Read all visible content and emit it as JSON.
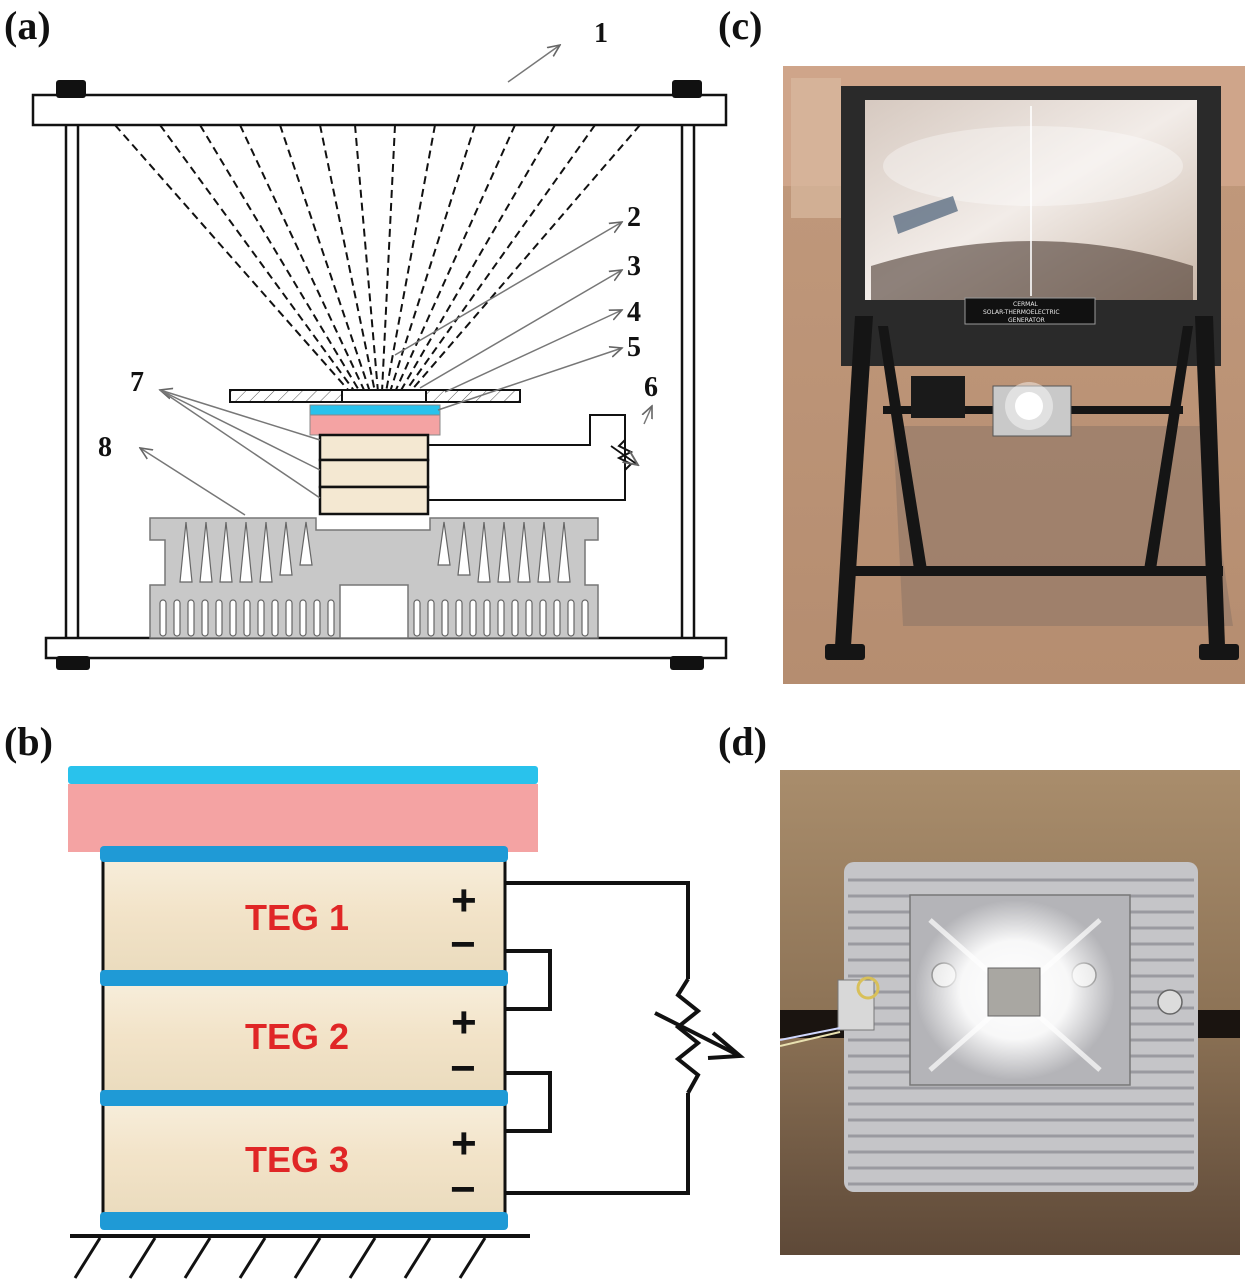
{
  "panels": {
    "a": "(a)",
    "b": "(b)",
    "c": "(c)",
    "d": "(d)"
  },
  "callouts": [
    "1",
    "2",
    "3",
    "4",
    "5",
    "6",
    "7",
    "8"
  ],
  "teg_modules": [
    {
      "label": "TEG 1",
      "plus": "+",
      "minus": "−"
    },
    {
      "label": "TEG 2",
      "plus": "+",
      "minus": "−"
    },
    {
      "label": "TEG 3",
      "plus": "+",
      "minus": "−"
    }
  ],
  "nameplate": {
    "line1": "CERMAL",
    "line2": "SOLAR-THERMOELECTRIC",
    "line3": "GENERATOR"
  },
  "colors": {
    "cold_plate_blue": "#29c2ec",
    "absorber_pink": "#f4a3a3",
    "teg_body": "#f4e8d2",
    "heat_sink_grey": "#c8c8c8",
    "teg_label_red": "#e02626"
  }
}
